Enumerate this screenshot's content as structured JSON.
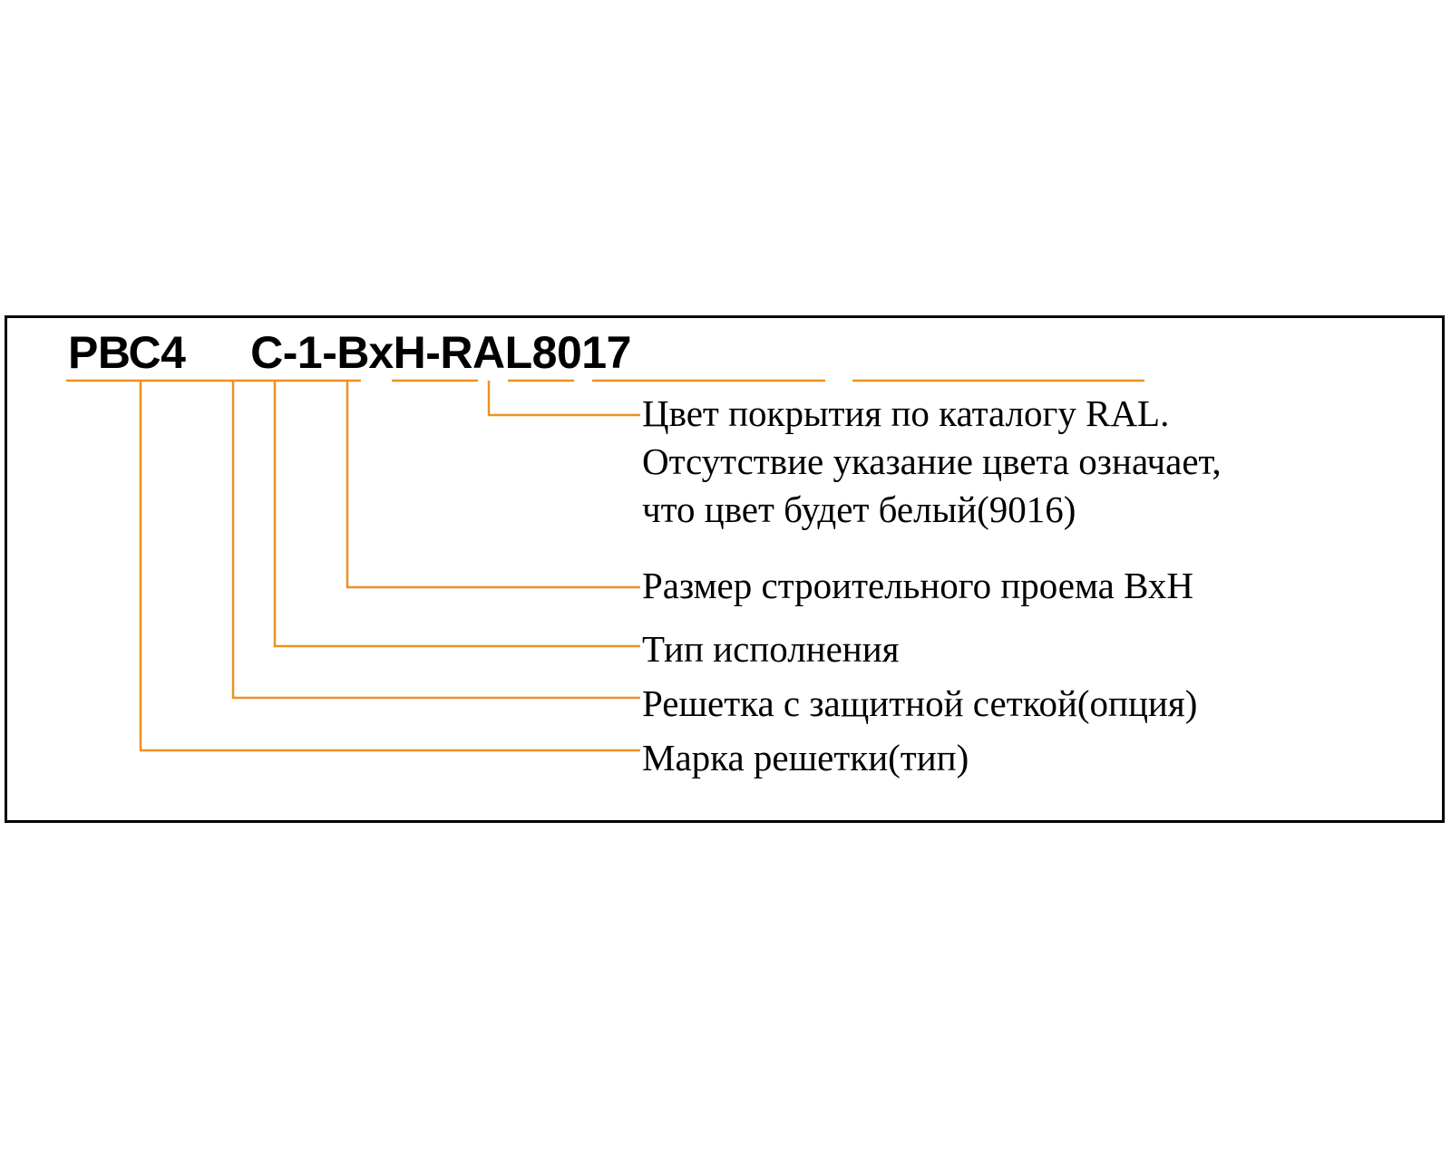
{
  "diagram": {
    "title_code": {
      "part_brand": "РВС4",
      "part_rest": "С-1-ВхН-RAL8017",
      "full": "РВС4   С-1-ВхН-RAL8017"
    },
    "accent_color": "#ED9121",
    "frame_color": "#000000",
    "text_color": "#000000",
    "background_color": "#FFFFFF",
    "callouts": [
      {
        "id": "ral",
        "label": "Цвет покрытия по каталогу RAL. Отсутствие указание цвета означает, что цвет будет белый(9016)",
        "lines": [
          "Цвет покрытия по каталогу RAL.",
          "Отсутствие указание цвета означает,",
          "что цвет будет белый(9016)"
        ]
      },
      {
        "id": "size",
        "label": "Размер строительного проема ВхН",
        "lines": [
          "Размер строительного проема ВхН"
        ]
      },
      {
        "id": "type",
        "label": "Тип исполнения",
        "lines": [
          "Тип исполнения"
        ]
      },
      {
        "id": "mesh",
        "label": "Решетка с защитной сеткой(опция)",
        "lines": [
          "Решетка с защитной сеткой(опция)"
        ]
      },
      {
        "id": "brand",
        "label": "Марка решетки(тип)",
        "lines": [
          "Марка решетки(тип)"
        ]
      }
    ]
  }
}
